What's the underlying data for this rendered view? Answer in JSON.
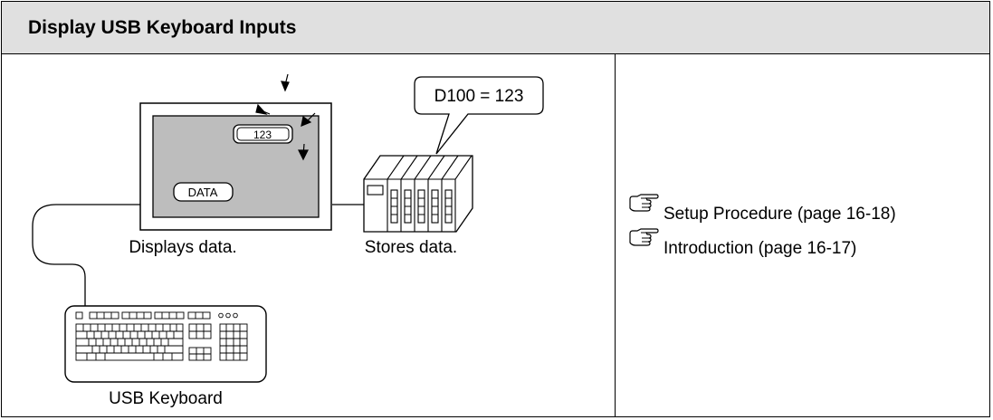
{
  "header": {
    "title": "Display USB Keyboard Inputs"
  },
  "diagram": {
    "display_caption": "Displays data.",
    "plc_caption": "Stores data.",
    "keyboard_caption": "USB Keyboard",
    "callout_text": "D100 = 123",
    "screen_value": "123",
    "screen_label": "DATA",
    "colors": {
      "screen_fill": "#bdbdbd",
      "panel_fill": "#ffffff"
    }
  },
  "links": [
    {
      "label": "Setup Procedure (page 16-18)",
      "icon": "pointing-hand-icon"
    },
    {
      "label": "Introduction (page 16-17)",
      "icon": "pointing-hand-icon"
    }
  ]
}
